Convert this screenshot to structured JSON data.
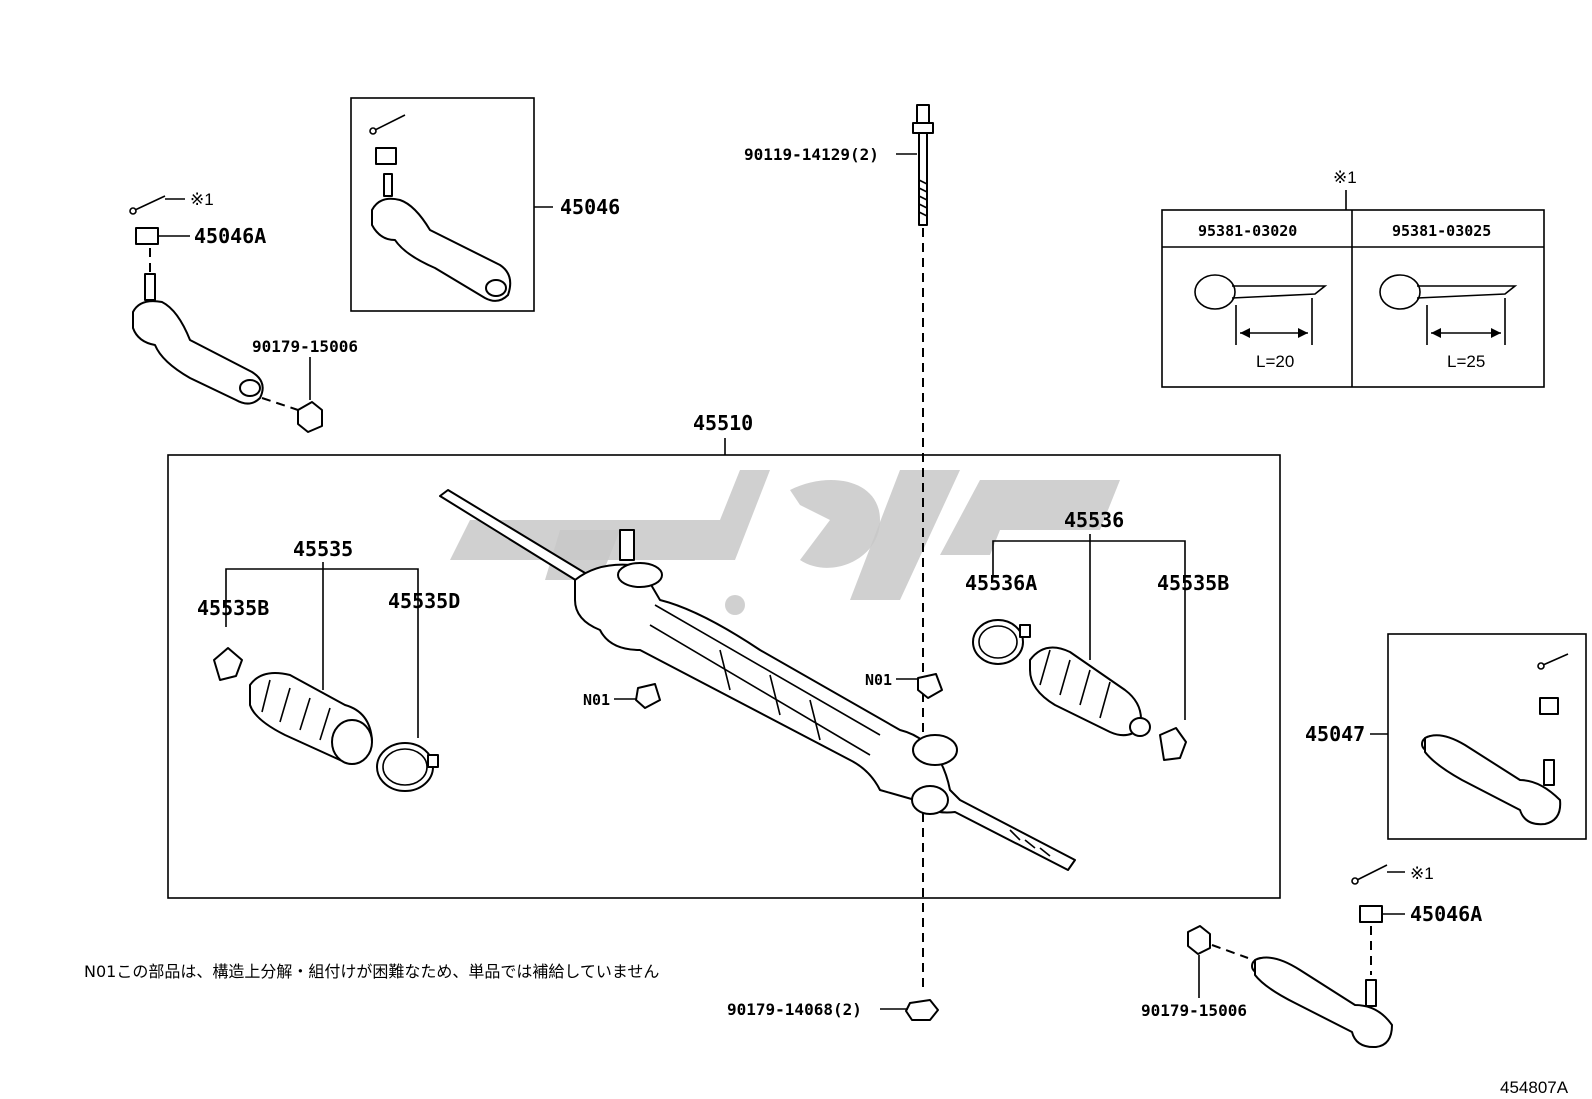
{
  "diagram_id": "454807A",
  "note": "N01この部品は、構造上分解・組付けが困難なため、単品では補給していません",
  "parts": {
    "rack_assembly": "45510",
    "tie_rod_end_rh_box": "45046",
    "tie_rod_end_lh_box": "45047",
    "nut_upper_left": "45046A",
    "nut_lower_right": "45046A",
    "cotter_mark_left": "※1",
    "cotter_mark_right": "※1",
    "cotter_table_mark": "※1",
    "bushing_upper_left": "90179-15006",
    "bushing_lower_right": "90179-15006",
    "bolt": "90119-14129(2)",
    "bolt_nut": "90179-14068(2)",
    "boot_kit_left": "45535",
    "clip_left_b": "45535B",
    "clamp_left_d": "45535D",
    "boot_kit_right": "45536",
    "clamp_right_a": "45536A",
    "clip_right_b": "45535B",
    "n01_left": "N01",
    "n01_right": "N01"
  },
  "cotter_table": {
    "columns": [
      {
        "part": "95381-03020",
        "length": "L=20"
      },
      {
        "part": "95381-03025",
        "length": "L=25"
      }
    ]
  }
}
